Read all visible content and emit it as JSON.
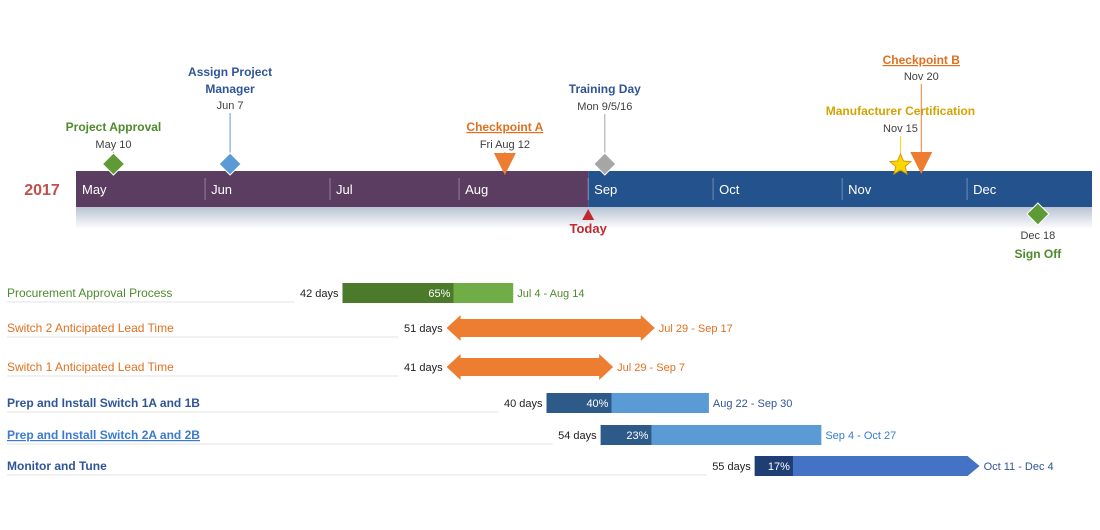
{
  "chart_data": {
    "type": "gantt",
    "year": "2017",
    "timeline": {
      "months": [
        {
          "label": "May",
          "start": "2016-05-01"
        },
        {
          "label": "Jun",
          "start": "2016-06-01"
        },
        {
          "label": "Jul",
          "start": "2016-07-01"
        },
        {
          "label": "Aug",
          "start": "2016-08-01"
        },
        {
          "label": "Sep",
          "start": "2016-09-01"
        },
        {
          "label": "Oct",
          "start": "2016-10-01"
        },
        {
          "label": "Nov",
          "start": "2016-11-01"
        },
        {
          "label": "Dec",
          "start": "2016-12-01"
        }
      ],
      "end": "2016-12-31",
      "elapsed_color": "#5b3d61",
      "future_color": "#23528c"
    },
    "today": {
      "label": "Today",
      "date": "2016-09-01",
      "color": "#c0282f"
    },
    "milestones": [
      {
        "title": "Project Approval",
        "date_label": "May 10",
        "date": "2016-05-10",
        "shape": "diamond",
        "color": "#5e9b36",
        "title_color": "#4f8a2b",
        "underline": false,
        "position": "above"
      },
      {
        "title": "Assign Project\nManager",
        "date_label": "Jun 7",
        "date": "2016-06-07",
        "shape": "diamond",
        "color": "#5b9bd5",
        "title_color": "#2f5597",
        "underline": false,
        "position": "above"
      },
      {
        "title": "Checkpoint A",
        "date_label": "Fri Aug 12",
        "date": "2016-08-12",
        "shape": "triangle-down",
        "color": "#ed7d31",
        "title_color": "#e07020",
        "underline": true,
        "position": "above"
      },
      {
        "title": "Training Day",
        "date_label": "Mon 9/5/16",
        "date": "2016-09-05",
        "shape": "diamond",
        "color": "#a6a6a6",
        "title_color": "#2f5597",
        "underline": false,
        "position": "above"
      },
      {
        "title": "Manufacturer Certification",
        "date_label": "Nov 15",
        "date": "2016-11-15",
        "shape": "star",
        "color": "#ffd700",
        "title_color": "#d4a300",
        "underline": false,
        "position": "above"
      },
      {
        "title": "Checkpoint B",
        "date_label": "Nov 20",
        "date": "2016-11-20",
        "shape": "triangle-down",
        "color": "#ed7d31",
        "title_color": "#e07020",
        "underline": true,
        "position": "above"
      },
      {
        "title": "Sign Off",
        "date_label": "Dec 18",
        "date": "2016-12-18",
        "shape": "diamond",
        "color": "#5e9b36",
        "title_color": "#4f8a2b",
        "underline": false,
        "position": "below"
      }
    ],
    "tasks": [
      {
        "name": "Procurement Approval Process",
        "duration": "42 days",
        "range": "Jul 4 - Aug 14",
        "start": "2016-07-04",
        "end": "2016-08-14",
        "percent": 65,
        "percent_label": "65%",
        "shape": "bar",
        "color": "#70ad47",
        "done_color": "#4a7a2a",
        "label_color": "#4f8a2b",
        "bold": false,
        "underline": false
      },
      {
        "name": "Switch 2 Anticipated Lead Time",
        "duration": "51 days",
        "range": "Jul 29 - Sep 17",
        "start": "2016-07-29",
        "end": "2016-09-17",
        "percent": null,
        "percent_label": "",
        "shape": "double-arrow",
        "color": "#ed7d31",
        "done_color": "#ed7d31",
        "label_color": "#e07020",
        "bold": false,
        "underline": false
      },
      {
        "name": "Switch 1 Anticipated Lead Time",
        "duration": "41 days",
        "range": "Jul 29 - Sep 7",
        "start": "2016-07-29",
        "end": "2016-09-07",
        "percent": null,
        "percent_label": "",
        "shape": "double-arrow",
        "color": "#ed7d31",
        "done_color": "#ed7d31",
        "label_color": "#e07020",
        "bold": false,
        "underline": false
      },
      {
        "name": "Prep and Install Switch 1A and 1B",
        "duration": "40 days",
        "range": "Aug 22 - Sep 30",
        "start": "2016-08-22",
        "end": "2016-09-30",
        "percent": 40,
        "percent_label": "40%",
        "shape": "bar",
        "color": "#5b9bd5",
        "done_color": "#2e5a8a",
        "label_color": "#2f5597",
        "bold": true,
        "underline": false
      },
      {
        "name": "Prep and Install Switch 2A and 2B",
        "duration": "54 days",
        "range": "Sep 4 - Oct 27",
        "start": "2016-09-04",
        "end": "2016-10-27",
        "percent": 23,
        "percent_label": "23%",
        "shape": "bar",
        "color": "#5b9bd5",
        "done_color": "#2e5a8a",
        "label_color": "#3b7ad1",
        "bold": true,
        "underline": true
      },
      {
        "name": "Monitor and Tune",
        "duration": "55 days",
        "range": "Oct 11 - Dec 4",
        "start": "2016-10-11",
        "end": "2016-12-04",
        "percent": 17,
        "percent_label": "17%",
        "shape": "arrow",
        "color": "#4472c4",
        "done_color": "#1f3e73",
        "label_color": "#2f5597",
        "bold": true,
        "underline": false
      }
    ]
  }
}
